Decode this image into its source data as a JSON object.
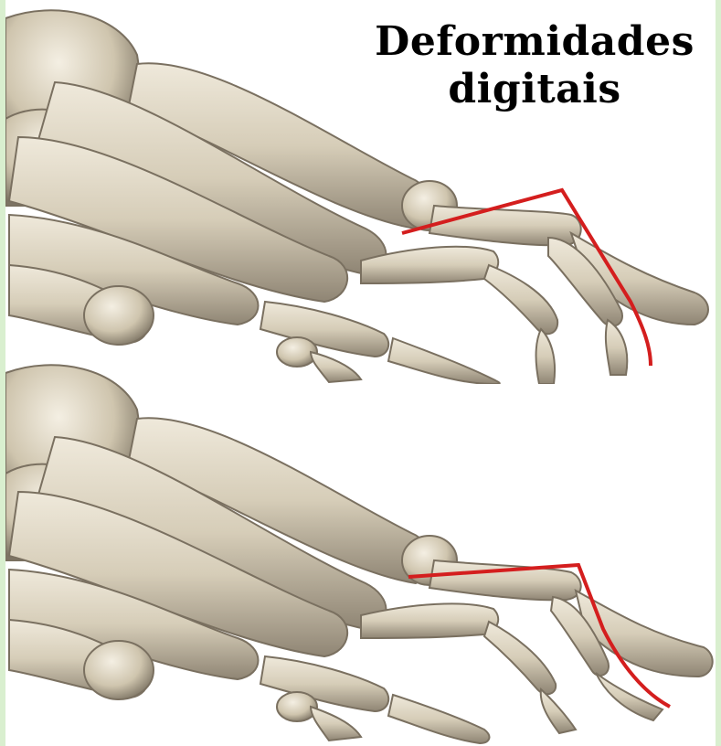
{
  "title": {
    "line1": "Deformidades",
    "line2": "digitais"
  },
  "colors": {
    "background": "#ffffff",
    "bone": "#d6cdb8",
    "bone_shadow": "#8a8070",
    "deformity_line": "#d41e1e",
    "frame": "#d9efcf"
  },
  "panels": [
    {
      "name": "upper-foot-skeleton",
      "deformity": "claw-toe-line"
    },
    {
      "name": "lower-foot-skeleton",
      "deformity": "hammer-toe-line"
    }
  ]
}
